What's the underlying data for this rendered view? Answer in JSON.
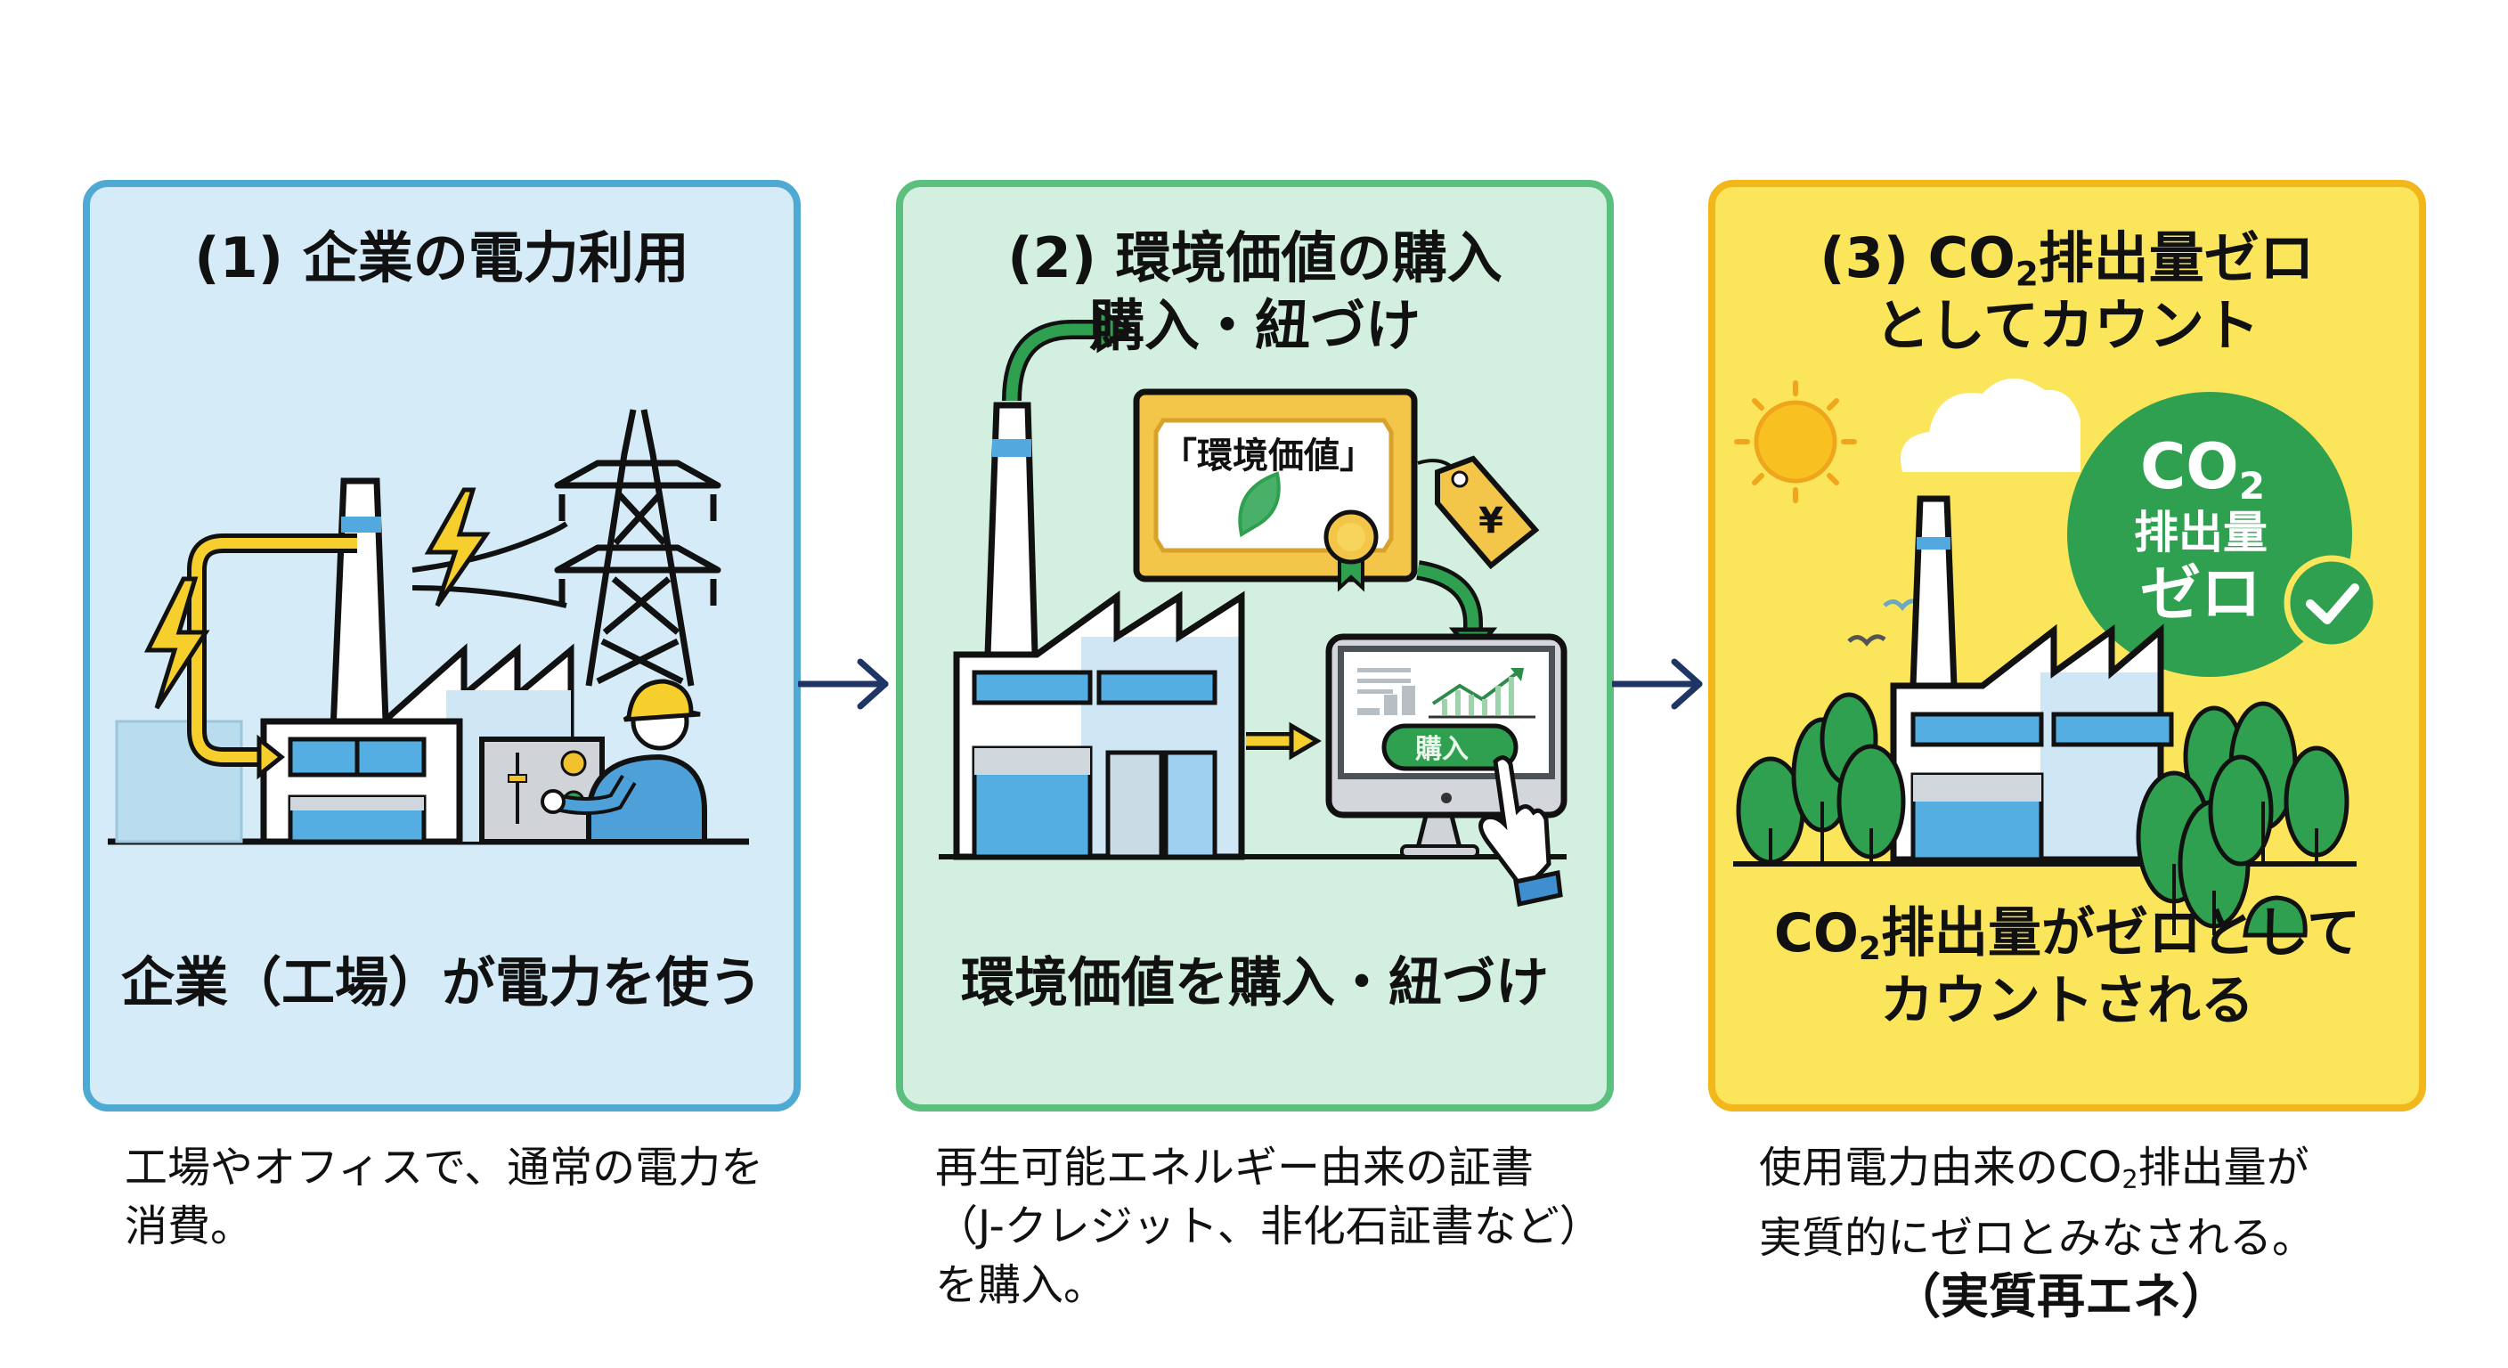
{
  "colors": {
    "panel1_bg": "#d5ebf7",
    "panel1_border": "#4ea9d3",
    "panel2_bg": "#d3efdf",
    "panel2_border": "#5bbf7e",
    "panel3_bg": "#fbe65b",
    "panel3_border": "#f2b71a",
    "arrow": "#1f3566",
    "accent_green": "#2ea04f",
    "accent_yellow": "#f6cf2d"
  },
  "steps": [
    {
      "title_lines": [
        "(1) 企業の電力利用"
      ],
      "caption_lines": [
        "企業（工場）が電力を使う"
      ],
      "description_lines": [
        "工場やオフィスで、通常の電力を",
        "消費。"
      ],
      "illustration": [
        "factory-icon",
        "chimney-icon",
        "power-tower-icon",
        "lightning-icon",
        "worker-icon",
        "control-panel-icon"
      ]
    },
    {
      "title_lines": [
        "(2) 環境価値の購入",
        "購入・紐づけ"
      ],
      "caption_lines": [
        "環境価値を購入・紐づけ"
      ],
      "description_lines": [
        "再生可能エネルギー由来の証書",
        "（J-クレジット、非化石証書など）",
        "を購入。"
      ],
      "certificate_label": "「環境価値」",
      "price_tag_symbol": "¥",
      "buy_button_label": "購入",
      "illustration": [
        "certificate-icon",
        "leaf-icon",
        "rosette-icon",
        "price-tag-icon",
        "monitor-icon",
        "hand-pointer-icon",
        "factory-icon"
      ]
    },
    {
      "title_line1_prefix": "(3) CO",
      "title_line1_sub": "2",
      "title_line1_suffix": "排出量ゼロ",
      "title_line2": "としてカウント",
      "badge": {
        "co": "CO",
        "sub": "2",
        "line2": "排出量",
        "line3": "ゼロ"
      },
      "caption_line1_prefix": "CO",
      "caption_line1_sub": "2",
      "caption_line1_suffix": "排出量がゼロとして",
      "caption_line2": "カウントされる",
      "description_line1_prefix": "使用電力由来のCO",
      "description_line1_sub": "2",
      "description_line1_suffix": "排出量が",
      "description_line2": "実質的にゼロとみなされる。",
      "description_line3": "（実質再エネ）",
      "illustration": [
        "sun-icon",
        "cloud-icon",
        "bird-icon",
        "factory-icon",
        "tree-icon",
        "check-icon"
      ]
    }
  ],
  "flow_arrows": [
    "step1-to-step2",
    "step2-to-step3"
  ]
}
